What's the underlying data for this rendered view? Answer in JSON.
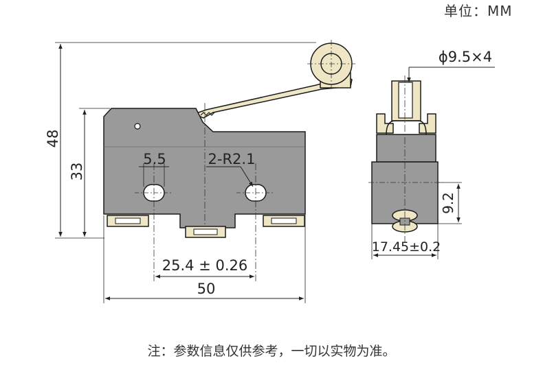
{
  "unit_label": "单位：MM",
  "front_view": {
    "dim_height_overall": "48",
    "dim_height_body": "33",
    "dim_hole_dia": "5.5",
    "dim_hole_radius": "2-R2.1",
    "dim_hole_spacing": "25.4 ± 0.26",
    "dim_width": "50"
  },
  "side_view": {
    "dim_roller": "ϕ9.5×4",
    "dim_terminal_height": "9.2",
    "dim_thickness": "17.45±0.2"
  },
  "footnote": "注：参数信息仅供参考，一切以实物为准。",
  "colors": {
    "body_fill": "#9a9a9a",
    "outline": "#1a1a1a",
    "metal_fill": "#efe6c6",
    "dimension_line": "#222222"
  }
}
